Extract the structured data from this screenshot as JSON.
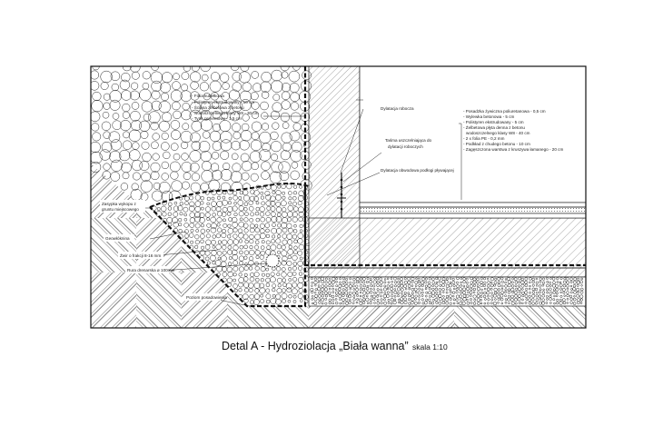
{
  "caption": {
    "title": "Detal A - Hydroziolacja „Biała wanna”",
    "scale": "skala 1:10"
  },
  "annotations": {
    "wall_layers": [
      "- Folia kubełkowa",
      "- Polistyren ekstrudowany - 10 cm",
      "- Ściana żelbetowa z betonu",
      "  wodoszczelnego klasy W8 - 30 cm",
      "- Tynk cementowy - 1,5 cm"
    ],
    "dylatacja_robocza": "Dylatacja robocza",
    "tasma": [
      "Taśma uszczelniająca do",
      "dylatacji roboczych"
    ],
    "dylatacja_obwodowa": "Dylatacja obwodowa podłogi pływającej",
    "floor_layers": [
      "- Posadzka żywiczna poliuretanowa - 0,5 cm",
      "- Wylewka betonowa - 5 cm",
      "- Polistyren ekstrudowany - 5 cm",
      "- Żelbetowa płyta denna z betonu",
      "  wodoszczelnego klasy W8 - 40 cm",
      "- 2 x folia PE - 0,2 mm",
      "- Podkład z chudego betonu - 10 cm",
      "- Zagęszczona warstwa z kruszywa łamanego - 20 cm"
    ],
    "zasypka": [
      "Zasypka wykopu z",
      "gruntu miejscowego"
    ],
    "geowloknina": "Geowłóknina",
    "zwir": "Żwir o frakcji 8-16 mm",
    "rura": "Rura drenarska ø 100mm",
    "poziom": "Poziom posadowienia"
  },
  "colors": {
    "line": "#1a1a1a",
    "hatch": "#3a3a3a",
    "background": "#ffffff"
  }
}
